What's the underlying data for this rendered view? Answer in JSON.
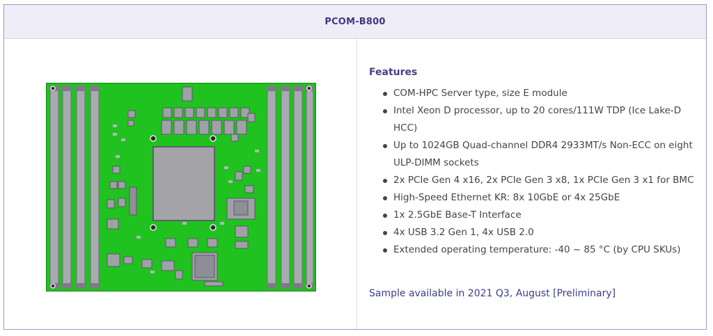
{
  "card": {
    "title": "PCOM-B800"
  },
  "image": {
    "alt": "PCOM-B800 board rendering"
  },
  "features": {
    "heading": "Features",
    "items": [
      "COM-HPC Server type, size E module",
      "Intel Xeon D processor, up to 20 cores/111W TDP (Ice Lake-D HCC)",
      "Up to 1024GB Quad-channel DDR4 2933MT/s Non-ECC on eight ULP-DIMM sockets",
      "2x PCIe Gen 4 x16, 2x PCIe Gen 3 x8, 1x PCIe Gen 3 x1 for BMC",
      "High-Speed Ethernet KR: 8x 10GbE or 4x 25GbE",
      "1x 2.5GbE Base-T Interface",
      "4x USB 3.2 Gen 1, 4x USB 2.0",
      "Extended operating temperature: -40 ~ 85 °C (by CPU SKUs)"
    ]
  },
  "sample_note": "Sample available in 2021 Q3, August [Preliminary]",
  "colors": {
    "header_bg": "#efedf8",
    "title": "#45357f",
    "pcb_green": "#1fc21f",
    "dimm_gray": "#a9a9b1",
    "cpu_gray": "#a3a3a8",
    "link": "#3a3f8a"
  }
}
